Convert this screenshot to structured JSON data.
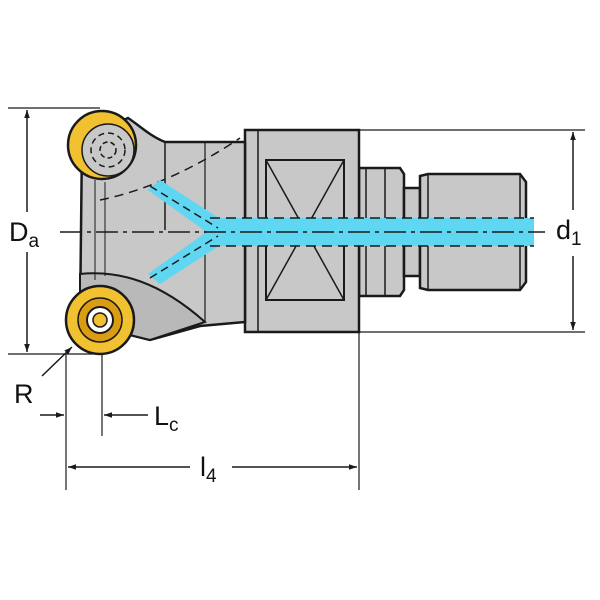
{
  "labels": {
    "Da": {
      "main": "D",
      "sub": "a"
    },
    "d1": {
      "main": "d",
      "sub": "1"
    },
    "R": {
      "main": "R"
    },
    "Lc": {
      "main": "L",
      "sub": "c"
    },
    "l4": {
      "main": "l",
      "sub": "4"
    }
  },
  "colors": {
    "body": "#c8c8c8",
    "body_dark": "#b9b9b9",
    "insert": "#f2c132",
    "insert_dark": "#d99c12",
    "coolant": "#5fd6f2",
    "outline": "#1a1a1a"
  }
}
